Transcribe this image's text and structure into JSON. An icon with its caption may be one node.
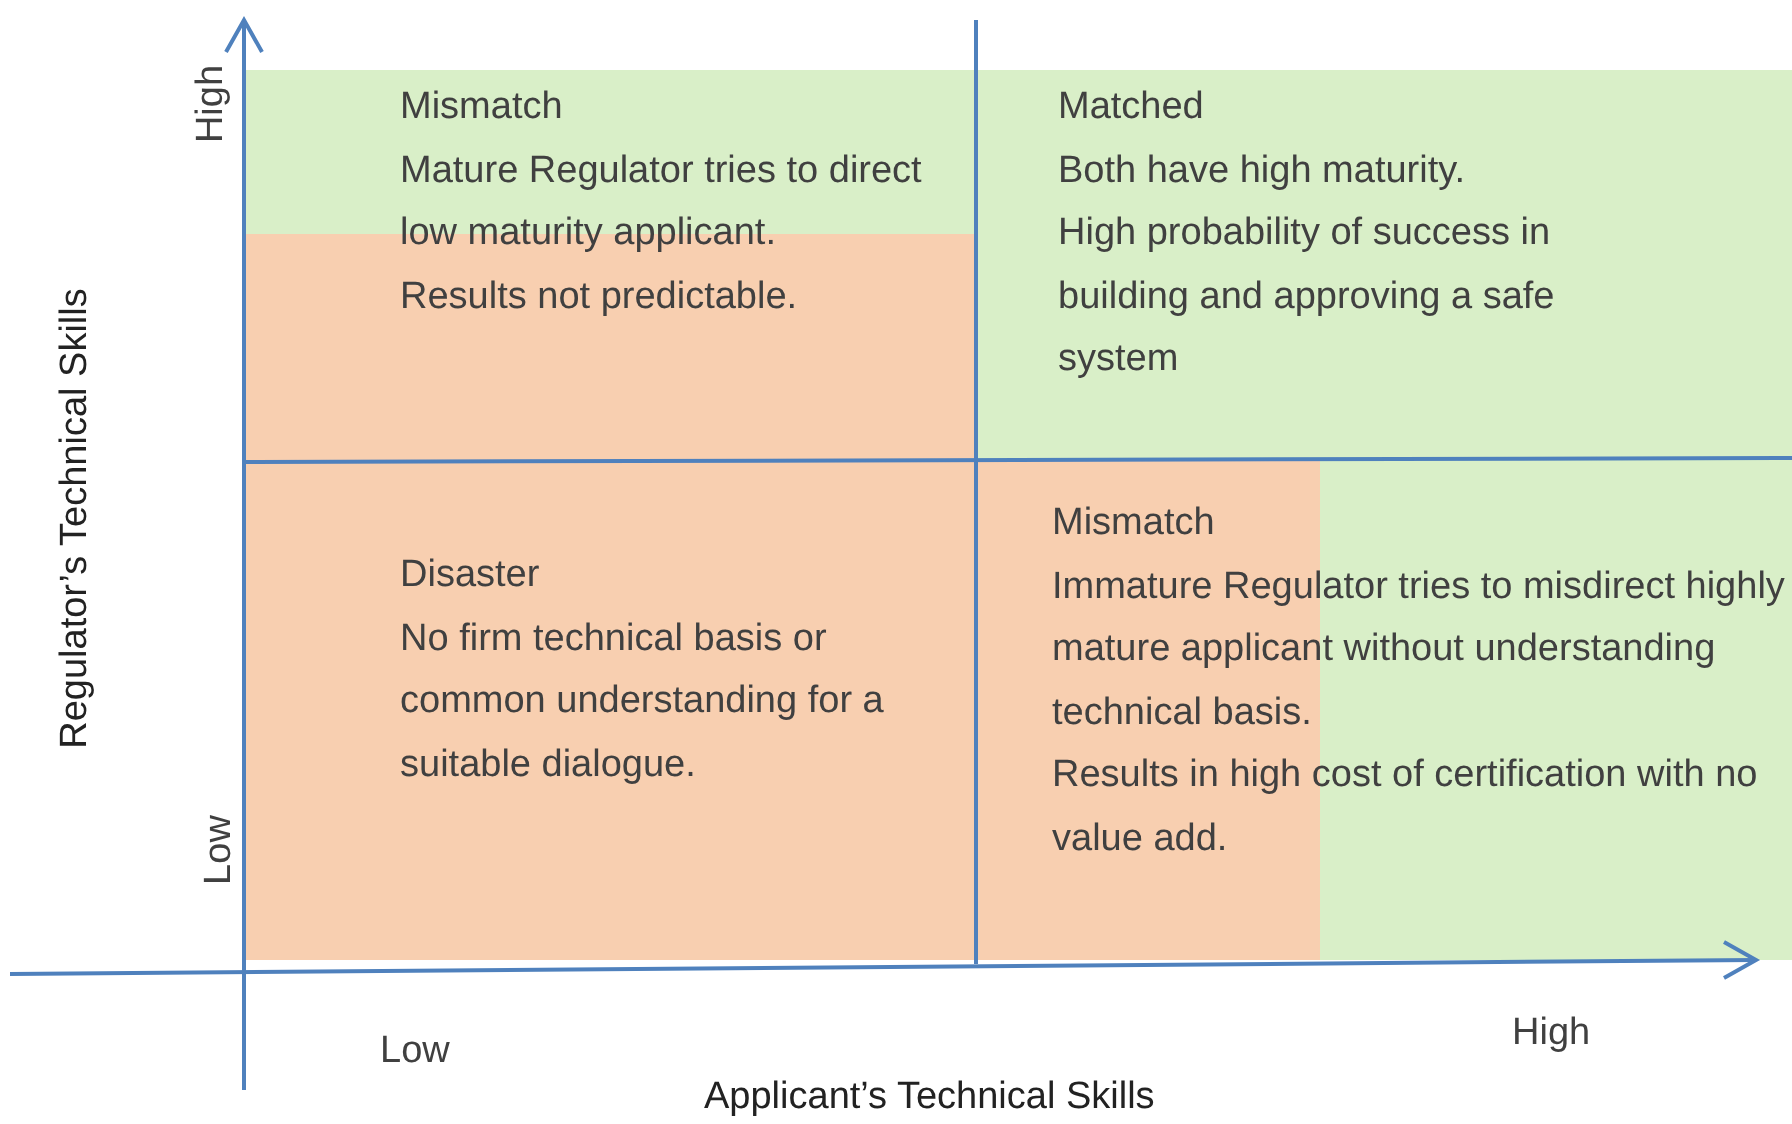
{
  "diagram": {
    "nodes": [
      {
        "text": [
          "Mismatch",
          "Mature Regulator tries to direct low maturity applicant.",
          "Results not predictable."
        ]
      },
      {
        "text": [
          "Matched",
          "Both have high maturity.",
          "High probability of success in building and approving a safe system"
        ]
      },
      {
        "text": [
          "Disaster",
          "No firm technical basis or common understanding for a suitable dialogue."
        ]
      },
      {
        "text": [
          "Mismatch",
          "Immature Regulator tries to misdirect highly mature applicant without understanding technical basis.",
          "Results in high cost of certification with no value add."
        ]
      }
    ],
    "labels": [
      "High",
      "Regulator’s Technical Skills",
      "Low",
      "Low",
      "High",
      "Applicant’s Technical Skills"
    ]
  }
}
